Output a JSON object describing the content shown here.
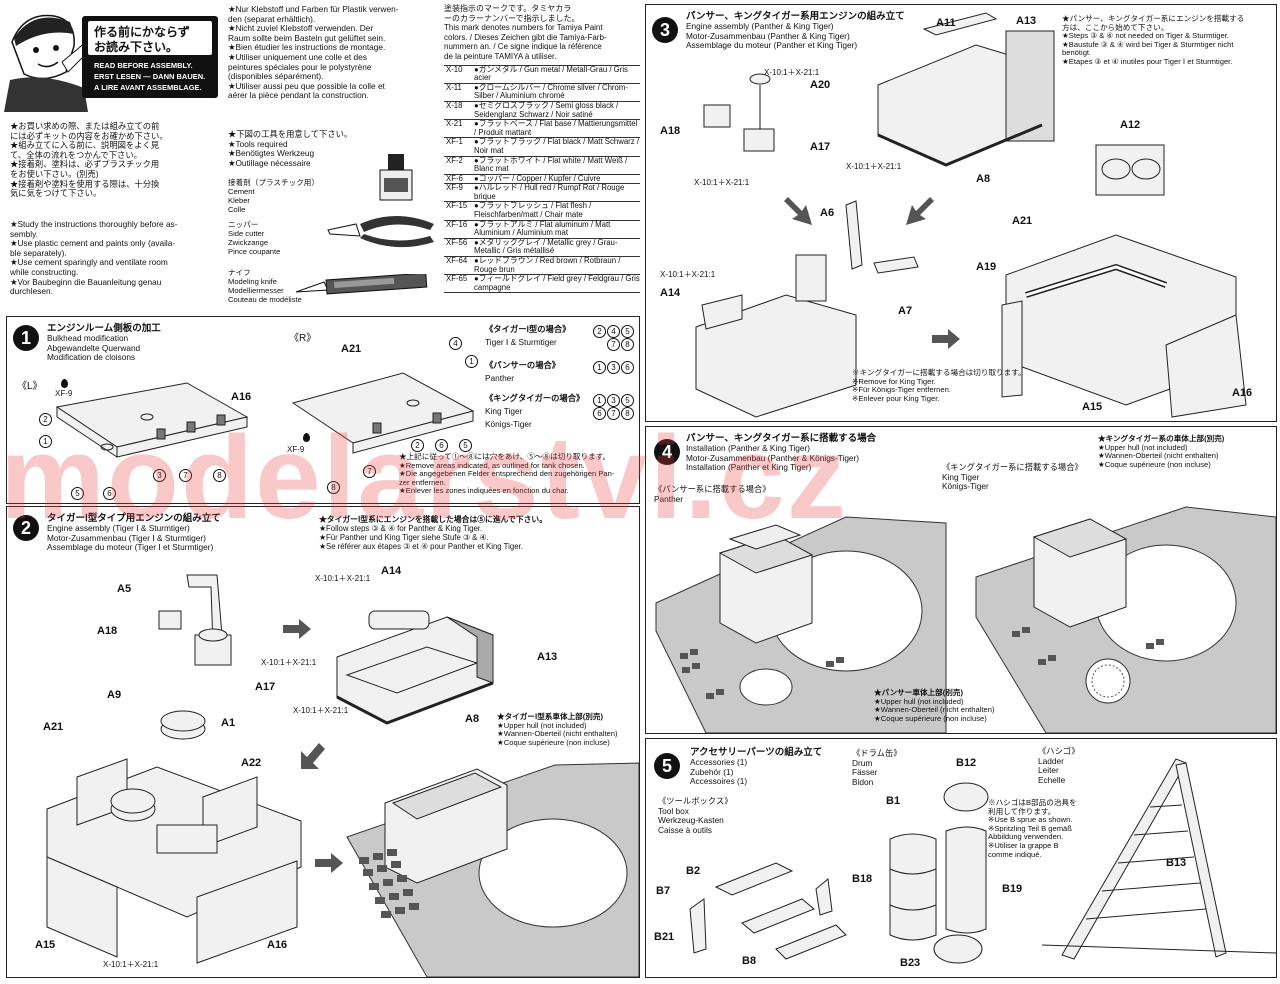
{
  "intro": {
    "warning_jp": [
      "作る前にかならず",
      "お読み下さい。"
    ],
    "warning_en": [
      "READ BEFORE ASSEMBLY.",
      "ERST LESEN — DANN BAUEN.",
      "A LIRE AVANT ASSEMBLAGE."
    ],
    "notes_jp": [
      "★お買い求めの際、または組み立ての前",
      "には必ずキットの内容をお確かめ下さい。",
      "★組み立てに入る前に、説明図をよく見",
      "て、全体の流れをつかんで下さい。",
      "★接着剤、塗料は、必ずプラスチック用",
      "をお使い下さい。(別売)",
      "★接着剤や塗料を使用する際は、十分換",
      "気に気をつけて下さい。"
    ],
    "notes_en": [
      "★Study the instructions thoroughly before as-",
      "sembly.",
      "★Use plastic cement and paints only (availa-",
      "ble separately).",
      "★Use cement sparingly and ventilate room",
      "while constructing.",
      "★Vor Baubeginn die Bauanleitung genau",
      "durchlesen."
    ],
    "notes_de_fr": [
      "★Nur Klebstoff und Farben für Plastik verwen-",
      "den (separat erhältlich).",
      "★Nicht zuviel Klebstoff verwenden. Der",
      "Raum sollte beim Basteln gut gelüftet sein.",
      "★Bien étudier les instructions de montage.",
      "★Utiliser uniquement une colle et des",
      "peintures spéciales pour le polystyrène",
      "(disponibles séparément).",
      "★Utiliser aussi peu que possible la colle et",
      "aérer la pièce pendant la construction."
    ],
    "tools_title_jp": "★下図の工具を用意して下さい。",
    "tools_title": [
      "★Tools required",
      "★Benötigtes Werkzeug",
      "★Outillage nécessaire"
    ],
    "tool_cement": [
      "接着剤（プラスチック用）",
      "Cement",
      "Kleber",
      "Colle"
    ],
    "tool_cutter": [
      "ニッパー",
      "Side cutter",
      "Zwickzange",
      "Pince coupante"
    ],
    "tool_knife": [
      "ナイフ",
      "Modeling knife",
      "Modelliermesser",
      "Couteau de modéliste"
    ]
  },
  "paints": {
    "header": [
      "塗装指示のマークです。タミヤカラ",
      "ーのカラーナンバーで指示しました。",
      "This mark denotes numbers for Tamiya Paint",
      "colors. / Dieses Zeichen gibt die Tamiya-Farb-",
      "nummern an. / Ce signe indique la référence",
      "de la peinture TAMIYA à utiliser."
    ],
    "rows": [
      {
        "code": "X-10",
        "name": "●ガンメタル / Gun metal / Metall-Grau / Gris acier"
      },
      {
        "code": "X-11",
        "name": "●クロームシルバー / Chrome silver / Chrom-Silber / Aluminium chromé"
      },
      {
        "code": "X-18",
        "name": "●セミグロスブラック / Semi gloss black / Seidenglanz Schwarz / Noir satiné"
      },
      {
        "code": "X-21",
        "name": "●フラットベース / Flat base / Mattierungsmittel / Produit mattant"
      },
      {
        "code": "XF-1",
        "name": "●フラットブラック / Flat black / Matt Schwarz / Noir mat"
      },
      {
        "code": "XF-2",
        "name": "●フラットホワイト / Flat white / Matt Weiß / Blanc mat"
      },
      {
        "code": "XF-6",
        "name": "●コッパー / Copper / Kupfer / Cuivre"
      },
      {
        "code": "XF-9",
        "name": "●ハルレッド / Hull red / Rumpf Rot / Rouge brique"
      },
      {
        "code": "XF-15",
        "name": "●フラットフレッシュ / Flat flesh / Fleischfarben/matt / Chair mate"
      },
      {
        "code": "XF-16",
        "name": "●フラットアルミ / Flat aluminum / Matt Aluminium / Aluminium mat"
      },
      {
        "code": "XF-56",
        "name": "●メタリックグレイ / Metallic grey / Grau-Metallic / Gris métallisé"
      },
      {
        "code": "XF-64",
        "name": "●レッドブラウン / Red brown / Rotbraun / Rouge brun"
      },
      {
        "code": "XF-65",
        "name": "●フィールドグレイ / Field grey / Feldgrau / Gris campagne"
      }
    ]
  },
  "step1": {
    "num": "1",
    "title": [
      "エンジンルーム側板の加工",
      "Bulkhead modification",
      "Abgewandelte Querwand",
      "Modification de cloisons"
    ],
    "left_mark": "《L》",
    "right_mark": "《R》",
    "parts": [
      "A16",
      "A21"
    ],
    "paint": "XF-9",
    "tiger_jp": "《タイガーⅠ型の場合》",
    "tiger": [
      "Tiger Ⅰ & Sturmtiger"
    ],
    "tiger_nums": [
      "2",
      "4",
      "5",
      "7",
      "8"
    ],
    "panther_jp": "《パンサーの場合》",
    "panther": "Panther",
    "panther_nums": [
      "1",
      "3",
      "6"
    ],
    "king_jp": "《キングタイガーの場合》",
    "king": [
      "King Tiger",
      "Königs-Tiger"
    ],
    "king_nums": [
      "1",
      "3",
      "5",
      "6",
      "7",
      "8"
    ],
    "note": [
      "★上記に従って①〜⑧には穴をあけ、⑤〜⑧は切り取ります。",
      "★Remove areas indicated, as outlined for tank chosen.",
      "★Die angegebenen Felder entsprechend den zugehörigen Pan-",
      "zer entfernen.",
      "★Enlever les zones indiquées en fonction du char."
    ],
    "callouts": [
      "1",
      "2",
      "3",
      "4",
      "5",
      "6",
      "7",
      "8"
    ]
  },
  "step2": {
    "num": "2",
    "title": [
      "タイガーⅠ型タイプ用エンジンの組み立て",
      "Engine assembly (Tiger Ⅰ & Sturmtiger)",
      "Motor-Zusammenbau (Tiger Ⅰ & Sturmtiger)",
      "Assemblage du moteur (Tiger Ⅰ et Sturmtiger)"
    ],
    "note": [
      "★タイガーⅠ型系にエンジンを搭載した場合は⑤に進んで下さい。",
      "★Follow steps ③ & ④ for Panther & King Tiger.",
      "★Für Panther und King Tiger siehe Stufe ③ & ④.",
      "★Se référer aux étapes ③ et ④ pour Panther et King Tiger."
    ],
    "parts": [
      "A5",
      "A18",
      "A17",
      "A14",
      "A13",
      "A8",
      "A9",
      "A1",
      "A21",
      "A22",
      "A15",
      "A16"
    ],
    "mix": "X-10:1＋X-21:1",
    "hull_note": [
      "★タイガーⅠ型系車体上部(別売)",
      "★Upper hull (not included)",
      "★Wannen-Oberteil (nicht enthalten)",
      "★Coque supérieure (non incluse)"
    ]
  },
  "step3": {
    "num": "3",
    "title": [
      "パンサー、キングタイガー系用エンジンの組み立て",
      "Engine assembly (Panther & King Tiger)",
      "Motor-Zusammenbau (Panther & King Tiger)",
      "Assemblage du moteur (Panther et King Tiger)"
    ],
    "note": [
      "★パンサー、キングタイガー系にエンジンを搭載する",
      "方は、ここから始めて下さい。",
      "★Steps ③ & ④ not needed on Tiger & Sturmtiger.",
      "★Baustufe ③ & ④ wird bei Tiger & Sturmtiger nicht",
      "benötigt.",
      "★Etapes ③ et ④ inutiles pour Tiger Ⅰ et Sturmtiger."
    ],
    "remove_note": [
      "※キングタイガーに搭載する場合は切り取ります。",
      "※Remove for King Tiger.",
      "※Für Königs-Tiger entfernen.",
      "※Enlever pour King Tiger."
    ],
    "parts": [
      "A11",
      "A13",
      "A20",
      "A18",
      "A17",
      "A8",
      "A12",
      "A6",
      "A21",
      "A14",
      "A19",
      "A7",
      "A15",
      "A16"
    ],
    "mix": "X-10:1＋X-21:1"
  },
  "step4": {
    "num": "4",
    "title": [
      "パンサー、キングタイガー系に搭載する場合",
      "Installation (Panther & King Tiger)",
      "Motor-Zusammenbau (Panther & Königs-Tiger)",
      "Installation (Panther et King Tiger)"
    ],
    "panther_mark": [
      "《パンサー系に搭載する場合》",
      "Panther"
    ],
    "king_mark": [
      "《キングタイガー系に搭載する場合》",
      "King Tiger",
      "Königs-Tiger"
    ],
    "king_hull": [
      "★キングタイガー系の車体上部(別売)",
      "★Upper hull (not included)",
      "★Wannen-Oberteil (nicht enthalten)",
      "★Coque supérieure (non incluse)"
    ],
    "panther_hull": [
      "★パンサー車体上部(別売)",
      "★Upper hull (not included)",
      "★Wannen-Oberteil (nicht enthalten)",
      "★Coque supérieure (non incluse)"
    ]
  },
  "step5": {
    "num": "5",
    "title": [
      "アクセサリーパーツの組み立て",
      "Accessories (1)",
      "Zubehör (1)",
      "Accessoires (1)"
    ],
    "toolbox": [
      "《ツールボックス》",
      "Tool box",
      "Werkzeug-Kasten",
      "Caisse à outils"
    ],
    "drum": [
      "《ドラム缶》",
      "Drum",
      "Fässer",
      "Bidon"
    ],
    "ladder": [
      "《ハシゴ》",
      "Ladder",
      "Leiter",
      "Echelle"
    ],
    "ladder_note": [
      "※ハシゴはB部品の治具を",
      "利用して作ります。",
      "※Use B sprue as shown.",
      "※Spritzling Teil B gemäß",
      "Abbildung verwenden.",
      "※Utiliser la grappe B",
      "comme indiqué."
    ],
    "parts": [
      "B2",
      "B7",
      "B21",
      "B8",
      "B1",
      "B12",
      "B18",
      "B19",
      "B23",
      "B13"
    ]
  },
  "watermark": "modelarstvi.cz",
  "colors": {
    "ink": "#111111",
    "hull": "#c9c9c9",
    "watermark": "#eb3c3c"
  }
}
